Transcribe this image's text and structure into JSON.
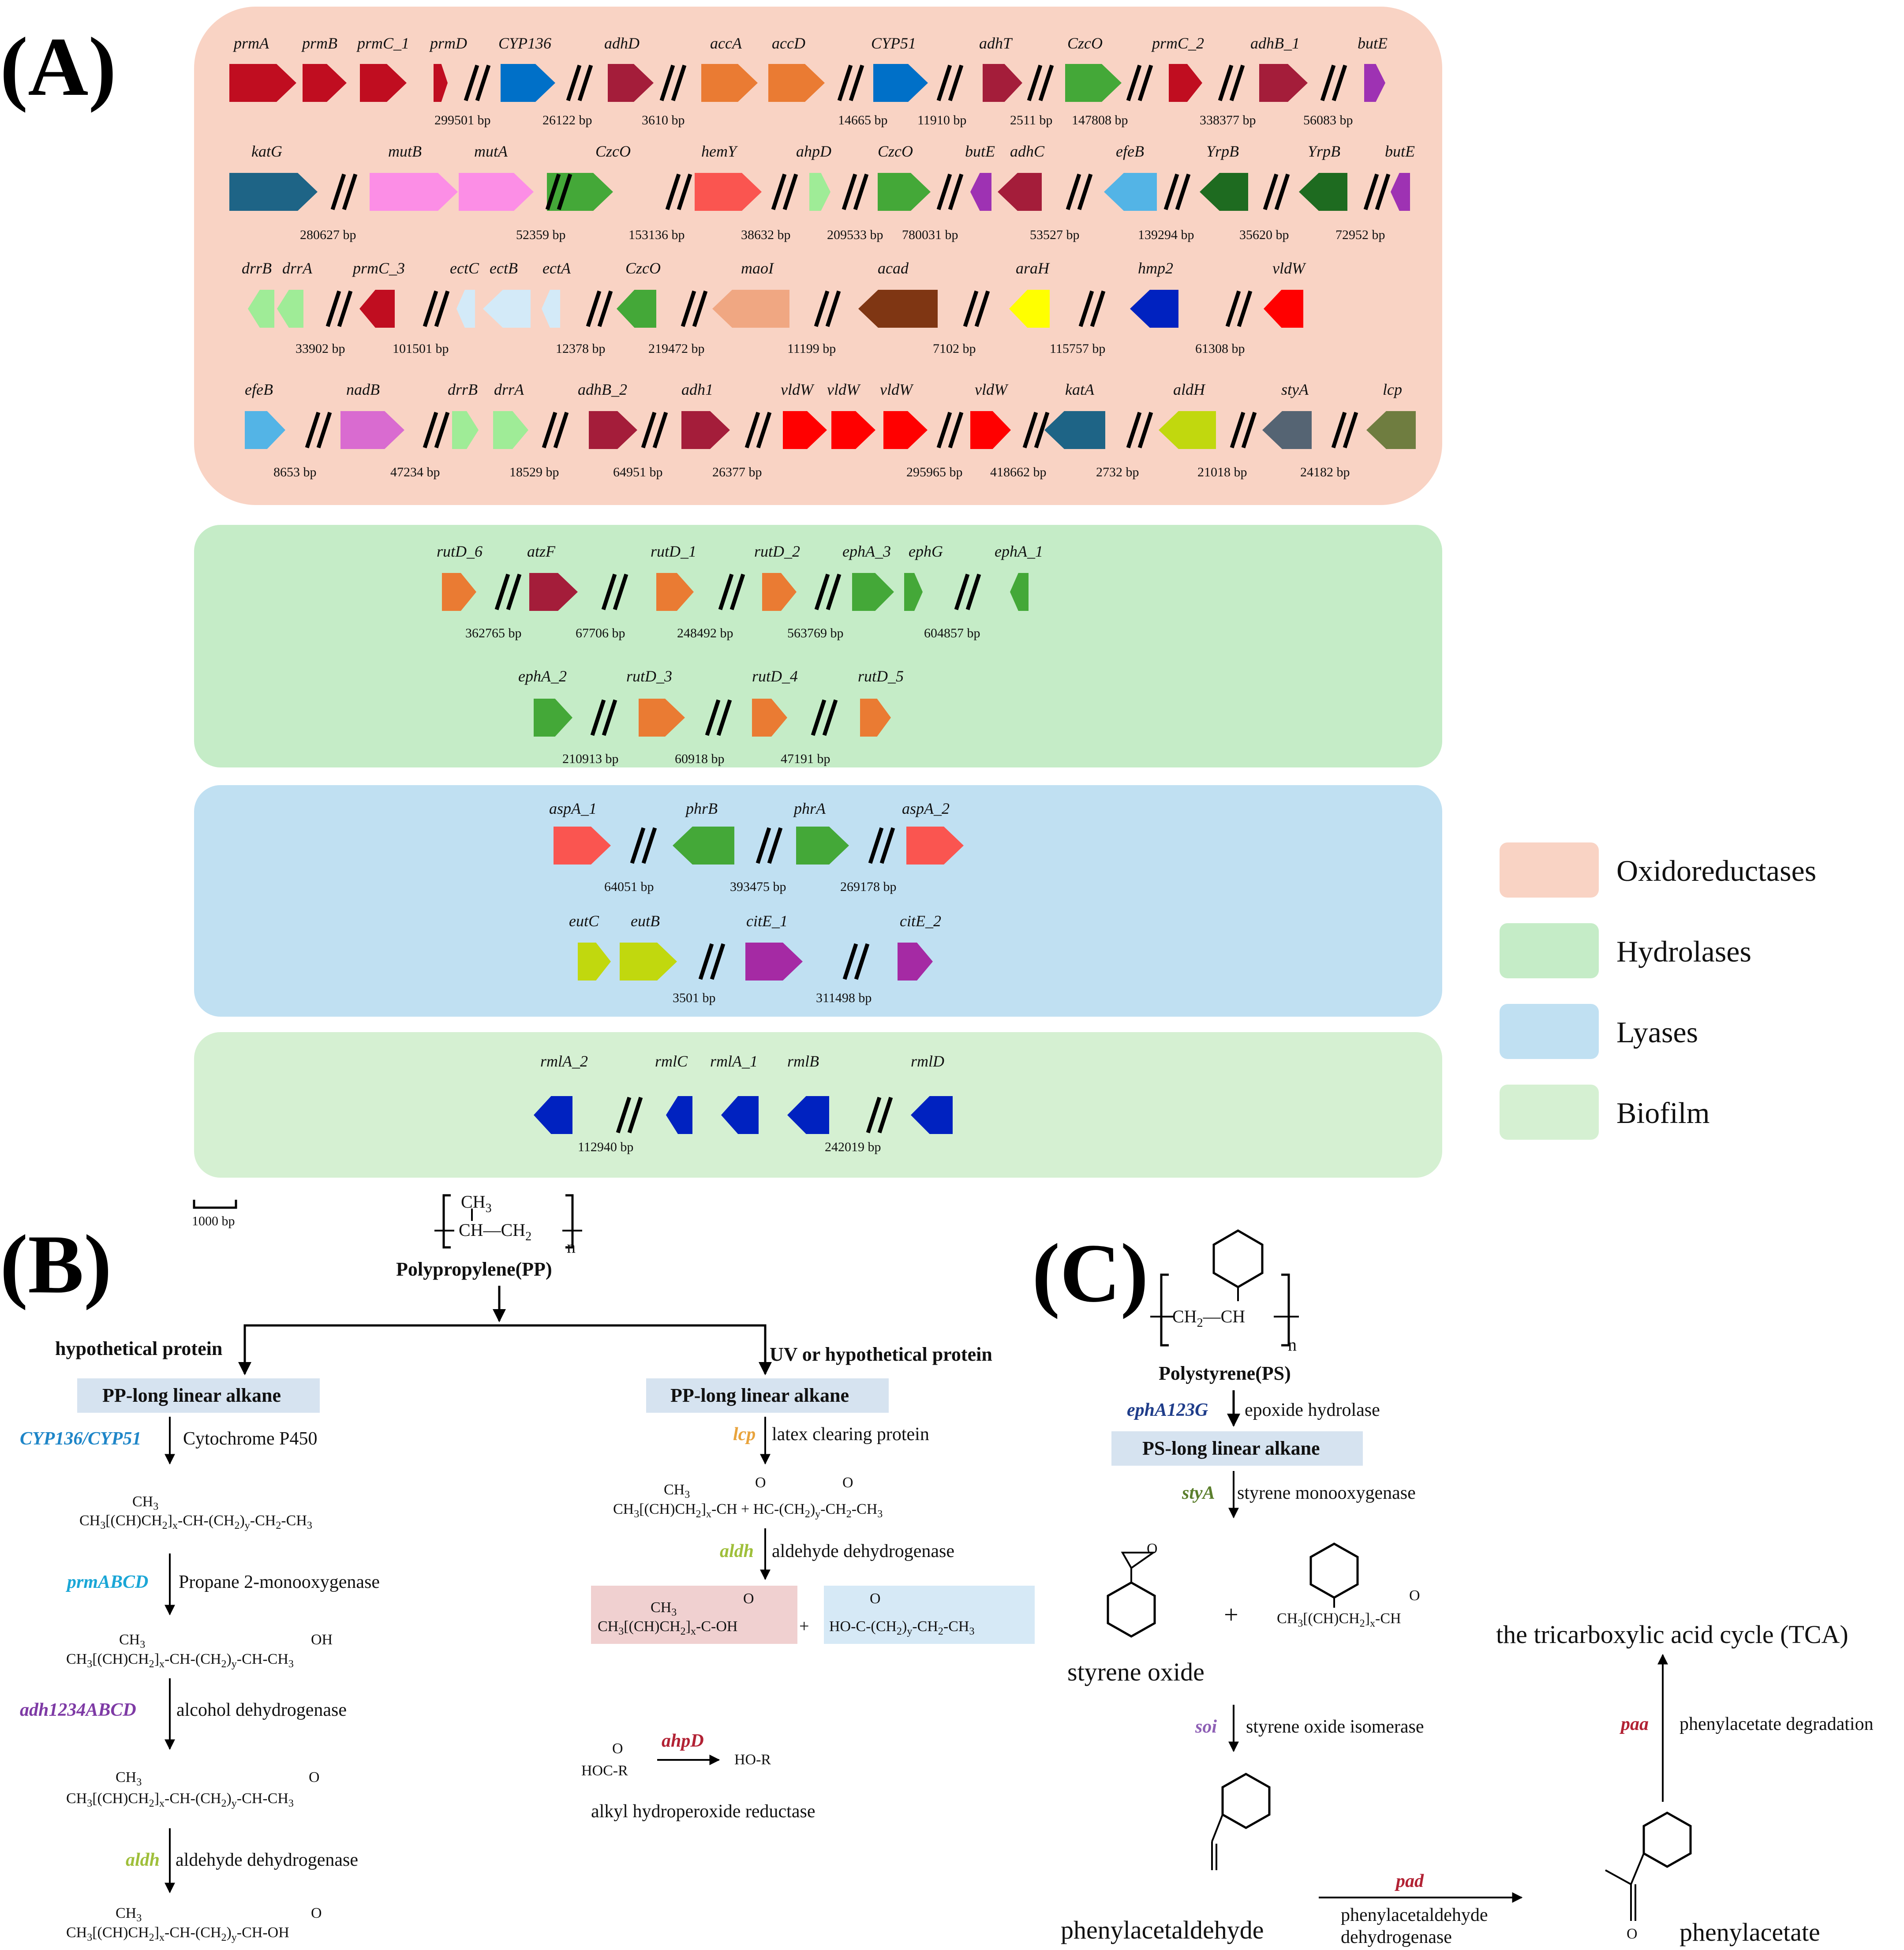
{
  "panel_labels": {
    "a": "(A)",
    "b": "(B)",
    "c": "(C)"
  },
  "colors": {
    "oxido_bg": "#f9d3c4",
    "hydro_bg": "#c5ecc7",
    "lyase_bg": "#c0e0f2",
    "biofilm_bg": "#d5f0d2",
    "crimson": "#c00d20",
    "maroon": "#a41d3a",
    "blue": "#0070c8",
    "orange": "#ea7b33",
    "green": "#44a838",
    "purple": "#9e32b3",
    "steel": "#1e6486",
    "pink": "#fc8ee6",
    "salmon": "#fa5550",
    "lightgreen": "#9fec97",
    "darkgreen": "#1e6b20",
    "skyblue": "#53b4e6",
    "paleblue": "#d3eaf8",
    "peach": "#f0a782",
    "brown": "#7f3613",
    "yellow": "#ffff00",
    "navy": "#0022c0",
    "red": "#ff0000",
    "orchid": "#d96bd0",
    "lime": "#c1d80e",
    "slate": "#556473",
    "olive": "#6f7d40",
    "magenta": "#a52aa4"
  },
  "legend": [
    {
      "label": "Oxidoreductases",
      "color": "#f9d3c4"
    },
    {
      "label": "Hydrolases",
      "color": "#c5ecc7"
    },
    {
      "label": "Lyases",
      "color": "#c0e0f2"
    },
    {
      "label": "Biofilm",
      "color": "#d5f0d2"
    }
  ],
  "scale_label": "1000 bp",
  "oxido_rows": [
    {
      "genes": [
        "prmA",
        "prmB",
        "prmC_1",
        "prmD",
        "CYP136",
        "adhD",
        "accA",
        "accD",
        "CYP51",
        "adhT",
        "CzcO",
        "prmC_2",
        "adhB_1",
        "butE"
      ],
      "gaps": [
        "299501 bp",
        "26122 bp",
        "3610 bp",
        "14665 bp",
        "11910 bp",
        "2511 bp",
        "147808 bp",
        "338377 bp",
        "56083 bp"
      ]
    },
    {
      "genes": [
        "katG",
        "mutB",
        "mutA",
        "CzcO",
        "hemY",
        "ahpD",
        "CzcO",
        "butE",
        "adhC",
        "efeB",
        "YrpB",
        "YrpB",
        "butE"
      ],
      "gaps": [
        "280627 bp",
        "52359 bp",
        "153136 bp",
        "38632 bp",
        "209533 bp",
        "780031 bp",
        "53527 bp",
        "139294 bp",
        "35620 bp",
        "72952 bp"
      ]
    },
    {
      "genes": [
        "drrB",
        "drrA",
        "prmC_3",
        "ectC",
        "ectB",
        "ectA",
        "CzcO",
        "maoI",
        "acad",
        "araH",
        "hmp2",
        "vldW"
      ],
      "gaps": [
        "33902 bp",
        "101501 bp",
        "12378 bp",
        "219472 bp",
        "11199 bp",
        "7102 bp",
        "115757 bp",
        "61308 bp"
      ]
    },
    {
      "genes": [
        "efeB",
        "nadB",
        "drrB",
        "drrA",
        "adhB_2",
        "adh1",
        "vldW",
        "vldW",
        "vldW",
        "vldW",
        "katA",
        "aldH",
        "styA",
        "lcp"
      ],
      "gaps": [
        "8653 bp",
        "47234 bp",
        "18529 bp",
        "64951 bp",
        "26377 bp",
        "295965 bp",
        "418662 bp",
        "2732 bp",
        "21018 bp",
        "24182 bp"
      ]
    }
  ],
  "hydro_rows": [
    {
      "genes": [
        "rutD_6",
        "atzF",
        "rutD_1",
        "rutD_2",
        "ephA_3",
        "ephG",
        "ephA_1"
      ],
      "gaps": [
        "362765 bp",
        "67706 bp",
        "248492 bp",
        "563769 bp",
        "604857 bp"
      ]
    },
    {
      "genes": [
        "ephA_2",
        "rutD_3",
        "rutD_4",
        "rutD_5"
      ],
      "gaps": [
        "210913 bp",
        "60918 bp",
        "47191 bp"
      ]
    }
  ],
  "lyase_rows": [
    {
      "genes": [
        "aspA_1",
        "phrB",
        "phrA",
        "aspA_2"
      ],
      "gaps": [
        "64051 bp",
        "393475 bp",
        "269178 bp"
      ]
    },
    {
      "genes": [
        "eutC",
        "eutB",
        "citE_1",
        "citE_2"
      ],
      "gaps": [
        "3501 bp",
        "311498 bp"
      ]
    }
  ],
  "biofilm_rows": [
    {
      "genes": [
        "rmlA_2",
        "rmlC",
        "rmlA_1",
        "rmlB",
        "rmlD"
      ],
      "gaps": [
        "112940 bp",
        "242019 bp"
      ]
    }
  ],
  "panel_b": {
    "polymer_name": "Polypropylene(PP)",
    "monomer_ch3": "CH",
    "monomer_ch3_sub": "3",
    "monomer_chain": "CH—CH",
    "monomer_chain_sub": "2",
    "repeat_n": "n",
    "left_trigger": "hypothetical protein",
    "right_trigger": "UV or hypothetical protein",
    "left_box": "PP-long linear alkane",
    "right_box": "PP-long linear alkane",
    "left_steps": [
      {
        "gene": "CYP136/CYP51",
        "gene_color": "#1f86c8",
        "enzyme": "Cytochrome P450"
      },
      {
        "gene": "prmABCD",
        "gene_color": "#1aa6d6",
        "enzyme": "Propane 2-monooxygenase"
      },
      {
        "gene": "adh1234ABCD",
        "gene_color": "#7e3aa5",
        "enzyme": "alcohol dehydrogenase"
      },
      {
        "gene": "aldh",
        "gene_color": "#9fbf3a",
        "enzyme": "aldehyde dehydrogenase"
      }
    ],
    "right_steps": [
      {
        "gene": "lcp",
        "gene_color": "#e8a33c",
        "enzyme": "latex clearing protein"
      },
      {
        "gene": "aldh",
        "gene_color": "#9fbf3a",
        "enzyme": "aldehyde dehydrogenase"
      }
    ],
    "ahpd": {
      "gene": "ahpD",
      "gene_color": "#b22234",
      "substrate": "HOC-R",
      "product": "HO-R",
      "enzyme": "alkyl hydroperoxide reductase"
    },
    "formula_labels": {
      "ch3": "CH",
      "sub3": "3",
      "oh": "OH",
      "o": "O",
      "plus": "+"
    }
  },
  "panel_c": {
    "polymer_name": "Polystyrene(PS)",
    "monomer_chain": "CH",
    "repeat_n": "n",
    "box": "PS-long linear alkane",
    "steps": [
      {
        "gene": "ephA123G",
        "gene_color": "#1f3d8a",
        "enzyme": "epoxide hydrolase"
      },
      {
        "gene": "styA",
        "gene_color": "#5b7f2d",
        "enzyme": "styrene monooxygenase"
      },
      {
        "gene": "soi",
        "gene_color": "#8e5fb5",
        "enzyme": "styrene oxide isomerase"
      }
    ],
    "pad": {
      "gene": "pad",
      "gene_color": "#b22234",
      "enzyme_l1": "phenylacetaldehyde",
      "enzyme_l2": "dehydrogenase"
    },
    "paa": {
      "gene": "paa",
      "gene_color": "#b22234",
      "enzyme": "phenylacetate degradation"
    },
    "tca": "the tricarboxylic acid cycle (TCA)",
    "styrene_oxide": "styrene oxide",
    "phenylacetaldehyde": "phenylacetaldehyde",
    "phenylacetate": "phenylacetate",
    "plus": "+",
    "o_label": "O"
  }
}
